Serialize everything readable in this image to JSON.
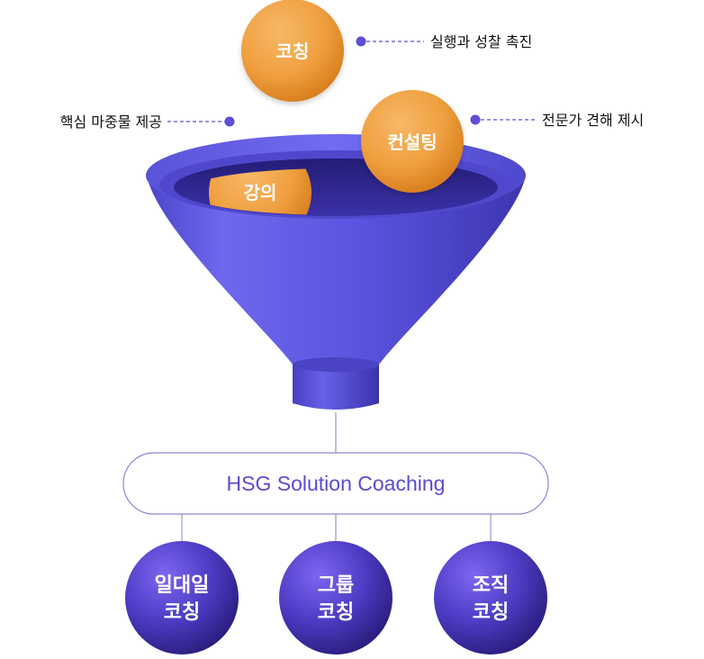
{
  "colors": {
    "funnel_purple": "#5c55df",
    "ball_orange": "#f1a44a",
    "connector_dot": "#5d4ed3",
    "pill_text": "#5b4bd1",
    "dark_sphere": "#3b2c9c"
  },
  "balls": {
    "coaching": "코칭",
    "consulting": "컨설팅",
    "lecture": "강의"
  },
  "captions": {
    "coaching": "실행과 성찰 촉진",
    "consulting": "전문가 견해 제시",
    "lecture": "핵심 마중물 제공"
  },
  "pill": {
    "label": "HSG Solution Coaching"
  },
  "outcomes": [
    {
      "line1": "일대일",
      "line2": "코칭"
    },
    {
      "line1": "그룹",
      "line2": "코칭"
    },
    {
      "line1": "조직",
      "line2": "코칭"
    }
  ]
}
